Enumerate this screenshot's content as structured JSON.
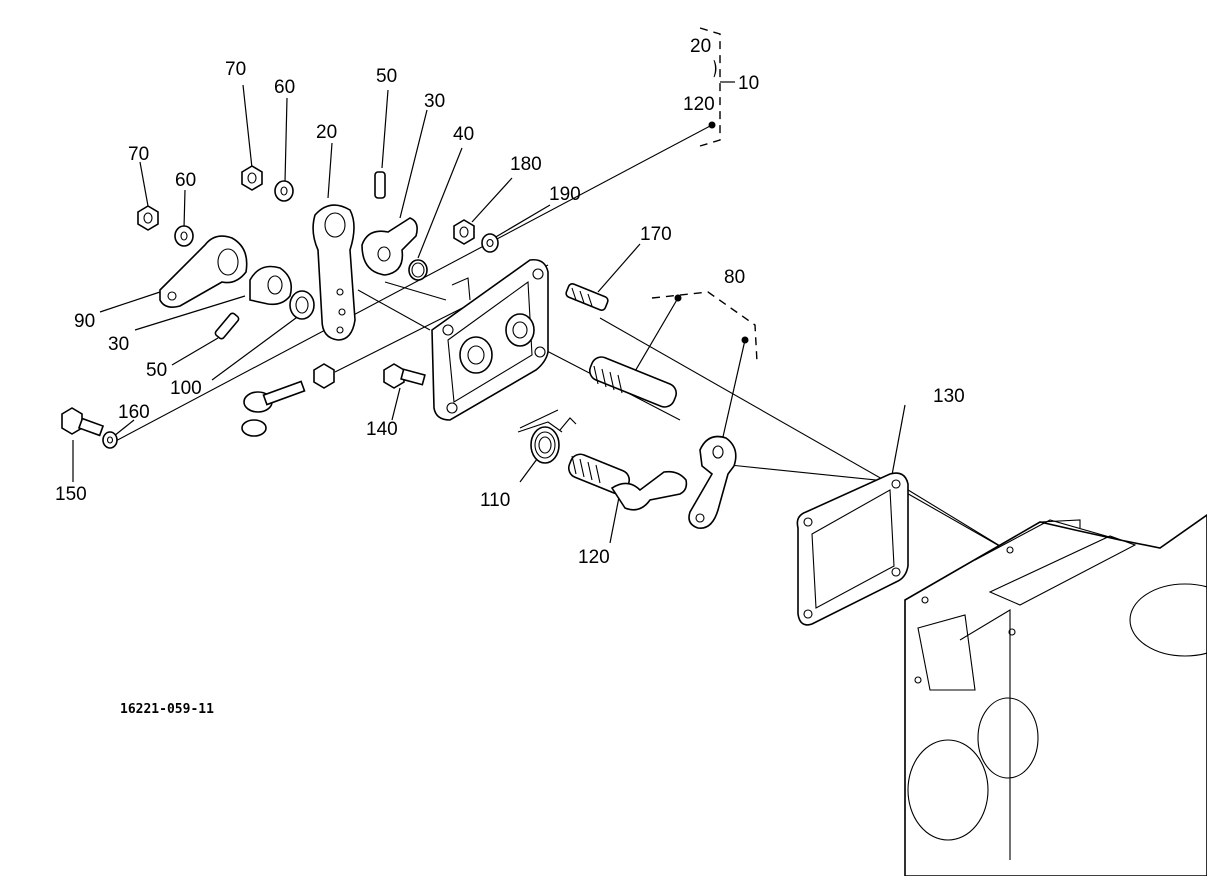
{
  "diagram_code": "16221-059-11",
  "labels": {
    "l70a": "70",
    "l60a": "60",
    "l50a": "50",
    "l30a": "30",
    "l20a": "20",
    "l40": "40",
    "l180": "180",
    "l190": "190",
    "l70b": "70",
    "l60b": "60",
    "l90": "90",
    "l30b": "30",
    "l50b": "50",
    "l100": "100",
    "l170": "170",
    "l80": "80",
    "l160": "160",
    "l150": "150",
    "l140": "140",
    "l110": "110",
    "l120": "120",
    "l130": "130",
    "range_top": "20",
    "range_tilde": "⁀",
    "range_bottom": "120",
    "range_group": "10"
  }
}
